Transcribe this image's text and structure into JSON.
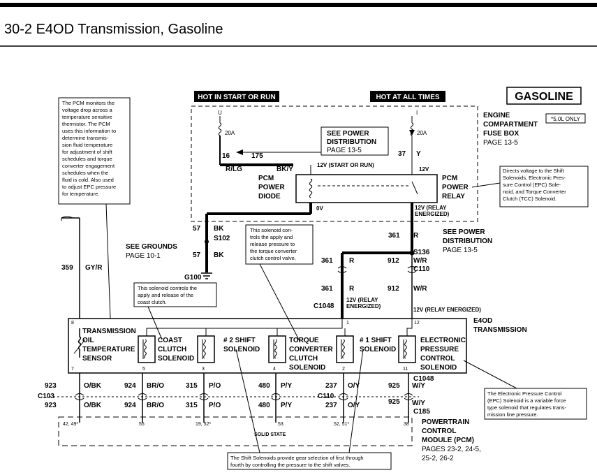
{
  "page": {
    "title": "30-2 E4OD Transmission, Gasoline",
    "gasoline_badge": "GASOLINE",
    "engine_note": "*5.0L ONLY"
  },
  "labels": {
    "hot_start": "HOT IN START OR RUN",
    "hot_all": "HOT AT ALL TIMES",
    "fuse_box": [
      "ENGINE",
      "COMPARTMENT",
      "FUSE BOX",
      "PAGE 13-5"
    ],
    "see_power_1": [
      "SEE POWER",
      "DISTRIBUTION",
      "PAGE 13-5"
    ],
    "see_power_2": [
      "SEE POWER",
      "DISTRIBUTION",
      "PAGE 13-5"
    ],
    "see_grounds": [
      "SEE GROUNDS",
      "PAGE 10-1"
    ],
    "pcm_diode": [
      "PCM",
      "POWER",
      "DIODE"
    ],
    "pcm_relay": [
      "PCM",
      "POWER",
      "RELAY"
    ],
    "e4od": [
      "E4OD",
      "TRANSMISSION"
    ],
    "pcm_module": [
      "POWERTRAIN",
      "CONTROL",
      "MODULE (PCM)",
      "PAGES 23-2, 24-5,",
      "25-2, 26-2"
    ],
    "solid_state": "SOLID STATE",
    "start_run": "12V (START OR RUN)",
    "relay_energized_a": "12V (RELAY",
    "energized": "ENERGIZED)",
    "relay_energized_b": "12V (RELAY ENERGIZED)",
    "twelve_v": "12V",
    "zero_v": "0V",
    "fuse_a": "20A",
    "fuse_b": "20A",
    "u": "U",
    "i": "I",
    "y": "Y"
  },
  "components": {
    "temp_sensor": [
      "TRANSMISSION",
      "OIL",
      "TEMPERATURE",
      "SENSOR"
    ],
    "coast_clutch": [
      "COAST",
      "CLUTCH",
      "SOLENOID"
    ],
    "shift2": [
      "# 2 SHIFT",
      "SOLENOID"
    ],
    "tcc": [
      "TORQUE",
      "CONVERTER",
      "CLUTCH",
      "SOLENOID"
    ],
    "shift1": [
      "# 1 SHIFT",
      "SOLENOID"
    ],
    "epc": [
      "ELECTRONIC",
      "PRESSURE",
      "CONTROL",
      "SOLENOID"
    ]
  },
  "pins": {
    "top": [
      "8",
      "1",
      "12"
    ],
    "bottom": [
      "7",
      "5",
      "3",
      "4",
      "2",
      "11"
    ],
    "pcm": [
      "42, 49*",
      "55",
      "19, 52*",
      "53",
      "52, 51*",
      "38"
    ]
  },
  "wires": {
    "w16": "16",
    "w16c": "R/LG",
    "w175": "175",
    "w175c": "BK/Y",
    "w37": "37",
    "w57a": "57",
    "w57b": "57",
    "w57c": "BK",
    "w57d": "BK",
    "w361a": "361",
    "w361b": "361",
    "w361c": "361",
    "w361ca": "R",
    "w361cb": "R",
    "w361cc": "R",
    "w912a": "912",
    "w912b": "912",
    "w912ca": "W/R",
    "w912cb": "W/R",
    "w359": "359",
    "w359c": "GY/R",
    "bottom_row1": [
      "923",
      "O/BK",
      "924",
      "BR/O",
      "315",
      "P/O",
      "480",
      "P/Y",
      "237",
      "O/Y",
      "925",
      "W/Y"
    ],
    "bottom_row2": [
      "923",
      "O/BK",
      "924",
      "BR/O",
      "315",
      "P/O",
      "480",
      "P/Y",
      "237",
      "O/Y",
      "925",
      "W/Y"
    ]
  },
  "connectors": {
    "s102": "S102",
    "s136": "S136",
    "g100": "G100",
    "c110a": "C110",
    "c110b": "C110",
    "c1048a": "C1048",
    "c1048b": "C1048",
    "c103": "C103",
    "c185": "C185"
  },
  "notes": {
    "pcm_monitor": [
      "The PCM monitors the",
      "voltage drop across a",
      "temperature sensitive",
      "thermistor.  The PCM",
      "uses this information to",
      "determine transmis-",
      "sion fluid temperature",
      "for adjustment of shift",
      "schedules and torque",
      "converter engagement",
      "schedules when the",
      "fluid is cold.  Also used",
      "to adjust EPC pressure",
      "for temperature."
    ],
    "relay_note": [
      "Directs voltage to the Shift",
      "Solenoids, Electronic Pres-",
      "sure Control (EPC) Sole-",
      "noid, and Torque Converter",
      "Clutch (TCC) Solenoid."
    ],
    "tcc_note": [
      "This solenoid con-",
      "trols the apply and",
      "release pressure to",
      "the torque converter",
      "clutch control valve."
    ],
    "coast_note": [
      "This solenoid controls the",
      "apply and release of the",
      "coast clutch."
    ],
    "epc_note": [
      "The Electronic Pressure Control",
      "(EPC) Solenoid is a variable force",
      "type solenoid that regulates trans-",
      "mission line pressure."
    ],
    "shift_note": [
      "The Shift Solenoids provide gear selection of first through",
      "fourth by controlling the pressure to the shift valves."
    ]
  }
}
